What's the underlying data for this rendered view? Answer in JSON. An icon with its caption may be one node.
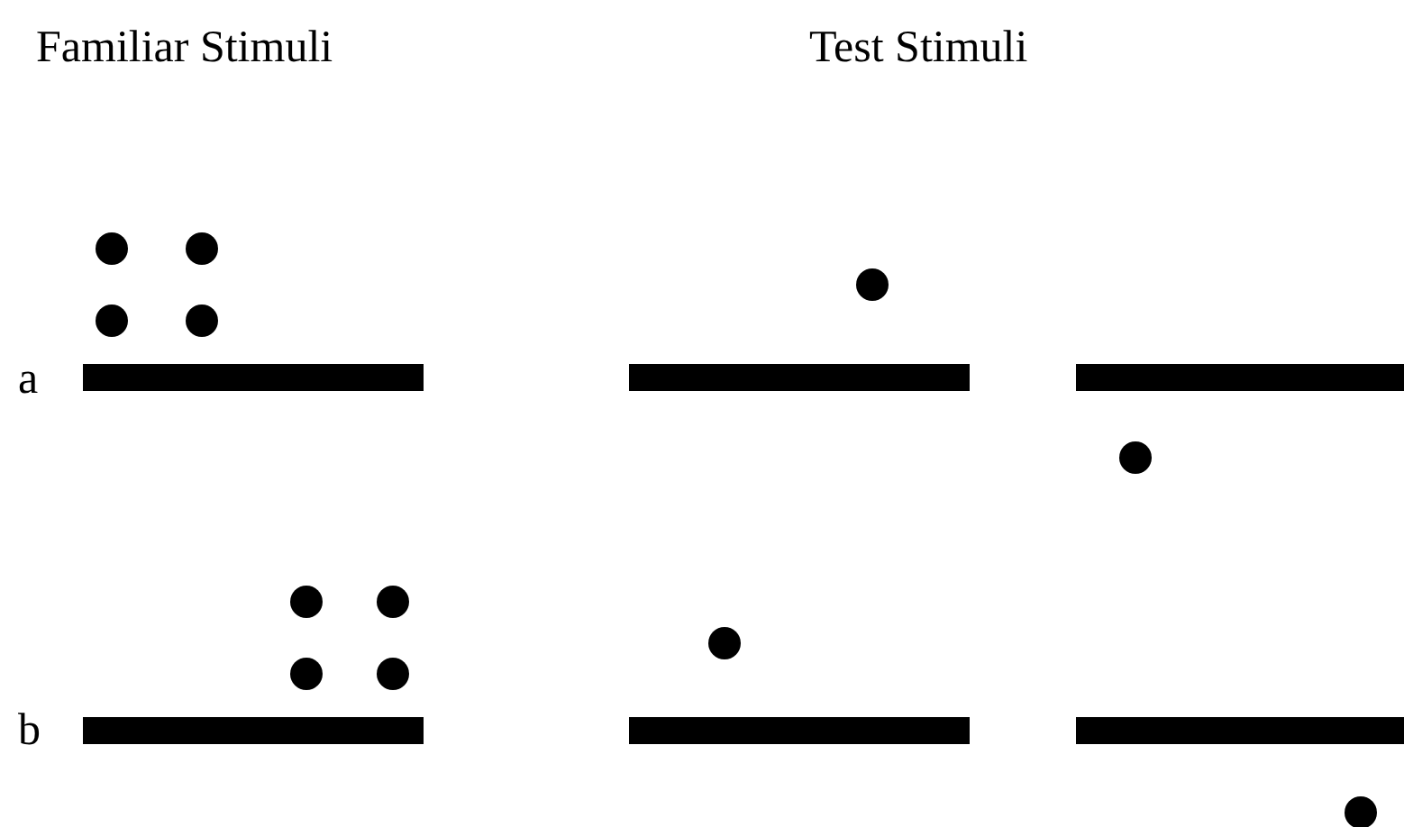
{
  "diagram": {
    "labels": [
      "Familiar Stimuli",
      "Test Stimuli",
      "a",
      "b"
    ]
  }
}
